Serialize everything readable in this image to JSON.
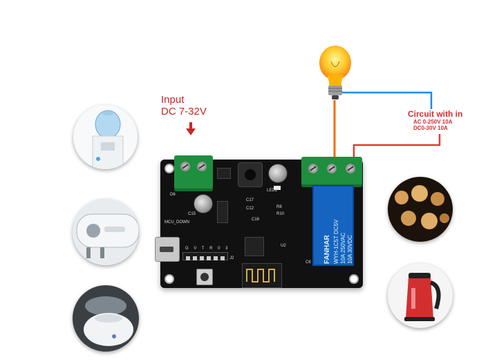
{
  "input_label": {
    "line1": "Input",
    "line2": "DC 7-32V"
  },
  "circuit_label": {
    "title": "Circuit with in",
    "spec_ac": "AC 0-250V 10A",
    "spec_dc": "DC0-30V 10A"
  },
  "board": {
    "relay_brand": "FANHAR",
    "relay_model": "WYH-1C5T DC5V",
    "relay_rating_1": "10A 250VAC",
    "relay_rating_2": "10A 30VDC",
    "silk_mcu": "MCU_DOWN",
    "silk_led": "LED1",
    "silk_d6": "D6",
    "silk_c15": "C15",
    "silk_c17": "C17",
    "silk_c12": "C12",
    "silk_c16": "C16",
    "silk_c6": "C6",
    "silk_r8": "R8",
    "silk_r10": "R10",
    "silk_u2": "U2",
    "silk_j2": "J2",
    "silk_pins": "G V T R 0 3"
  },
  "icons": {
    "bulb": "light-bulb-icon",
    "water_dispenser": "water-dispenser-icon",
    "water_heater": "water-heater-icon",
    "humidifier": "humidifier-icon",
    "lamps": "pendant-lamps-icon",
    "kettle": "electric-kettle-icon",
    "arrow": "down-arrow-icon"
  },
  "colors": {
    "label_red": "#c62828",
    "wire_blue": "#1e88e5",
    "wire_red": "#e53935",
    "wire_orange": "#ef6c00",
    "terminal_green": "#1e8f3e",
    "relay_blue": "#1565c0",
    "pcb_black": "#111111"
  }
}
